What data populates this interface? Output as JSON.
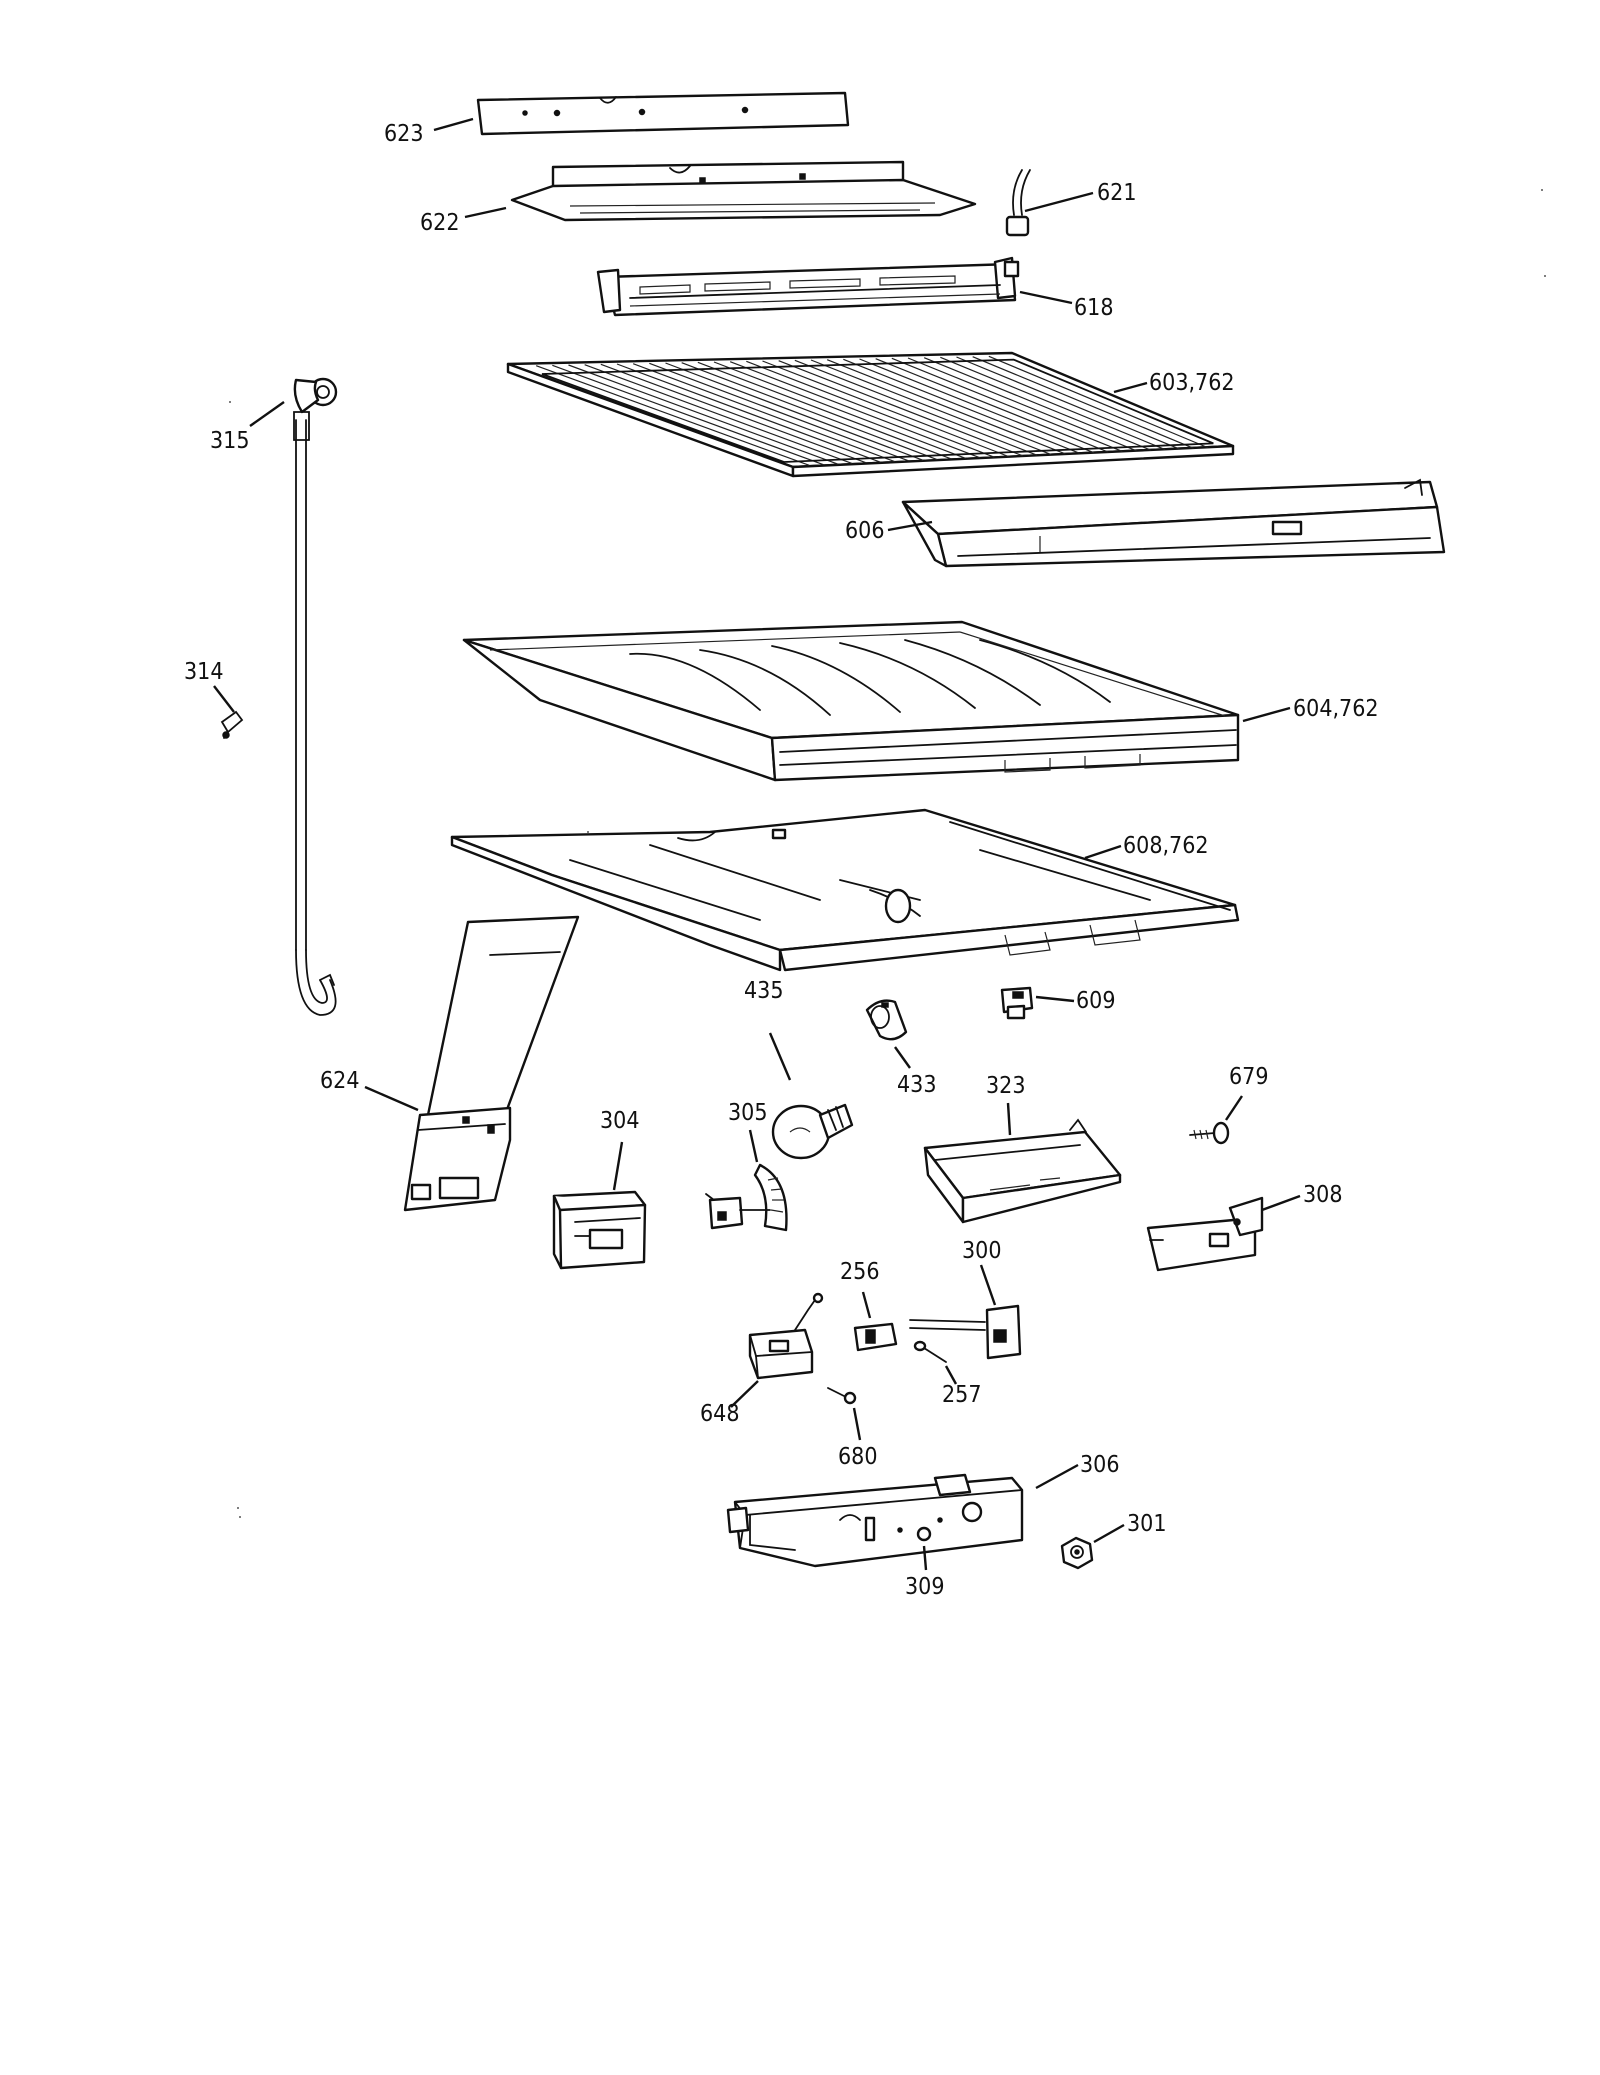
{
  "callouts": {
    "c623": "623",
    "c622": "622",
    "c621": "621",
    "c618": "618",
    "c603": "603,762",
    "c315": "315",
    "c606": "606",
    "c314": "314",
    "c604": "604,762",
    "c608": "608,762",
    "c435": "435",
    "c433": "433",
    "c609": "609",
    "c624": "624",
    "c304": "304",
    "c305": "305",
    "c323": "323",
    "c679": "679",
    "c308": "308",
    "c256": "256",
    "c300": "300",
    "c648": "648",
    "c257": "257",
    "c680": "680",
    "c306": "306",
    "c301": "301",
    "c309": "309"
  }
}
